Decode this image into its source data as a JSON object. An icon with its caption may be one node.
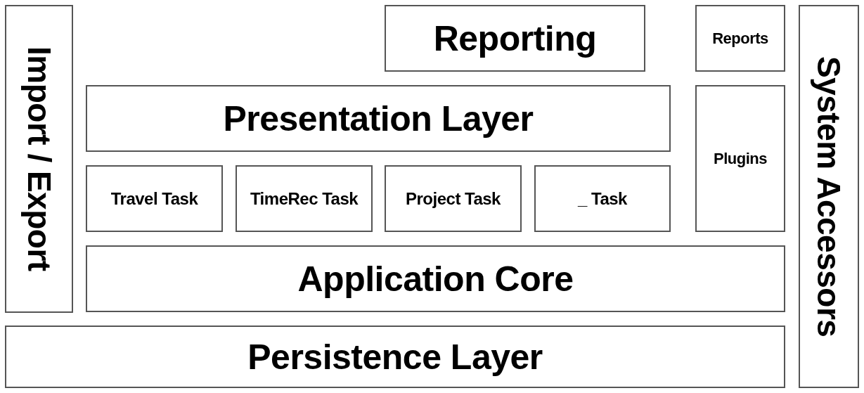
{
  "diagram": {
    "nodes": [
      {
        "text": [
          "Import / Export"
        ]
      },
      {
        "text": [
          "Reporting"
        ]
      },
      {
        "text": [
          "Reports"
        ]
      },
      {
        "text": [
          "System Accessors"
        ]
      },
      {
        "text": [
          "Presentation Layer"
        ]
      },
      {
        "text": [
          "Plugins"
        ]
      },
      {
        "text": [
          "Travel Task"
        ]
      },
      {
        "text": [
          "TimeRec Task"
        ]
      },
      {
        "text": [
          "Project Task"
        ]
      },
      {
        "text": [
          "_ Task"
        ]
      },
      {
        "text": [
          "Application Core"
        ]
      },
      {
        "text": [
          "Persistence Layer"
        ]
      }
    ]
  }
}
